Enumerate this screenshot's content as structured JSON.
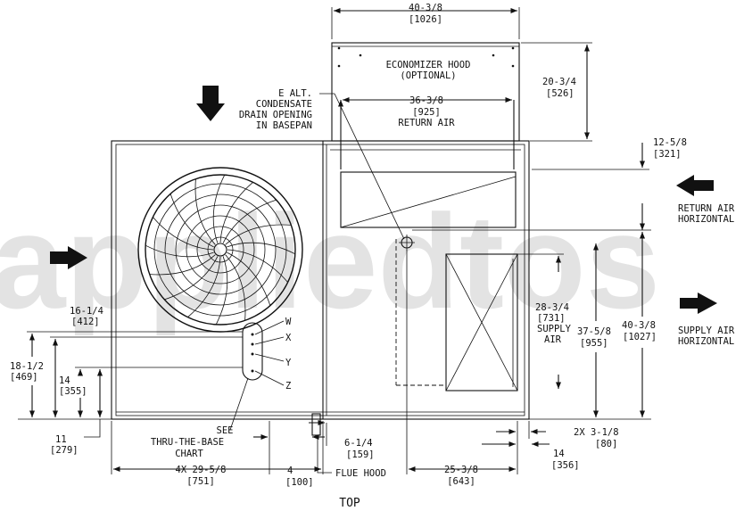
{
  "watermark": "appliedtos",
  "view_title": "TOP",
  "economizer_hood": {
    "line1": "ECONOMIZER HOOD",
    "line2": "(OPTIONAL)"
  },
  "return_air_opening": {
    "dim": "36-3/8",
    "metric": "[925]",
    "label": "RETURN AIR"
  },
  "condensate_drain": {
    "line1": "E ALT.",
    "line2": "CONDENSATE",
    "line3": "DRAIN OPENING",
    "line4": "IN BASEPAN"
  },
  "thru_base": {
    "line1": "SEE",
    "line2": "THRU-THE-BASE",
    "line3": "CHART"
  },
  "flue_hood": "FLUE HOOD",
  "return_air_horizontal": {
    "line1": "RETURN AIR",
    "line2": "HORIZONTAL"
  },
  "supply_air_horizontal": {
    "line1": "SUPPLY AIR",
    "line2": "HORIZONTAL"
  },
  "supply_air_opening": {
    "dim": "28-3/4",
    "metric": "[731]",
    "line1": "SUPPLY",
    "line2": "AIR"
  },
  "connection_points": [
    "W",
    "X",
    "Y",
    "Z"
  ],
  "dimensions": {
    "hood_width": {
      "value": "40-3/8",
      "metric": "[1026]"
    },
    "hood_depth": {
      "value": "20-3/4",
      "metric": "[526]"
    },
    "top_offset": {
      "value": "12-5/8",
      "metric": "[321]"
    },
    "supply_height": {
      "value": "37-5/8",
      "metric": "[955]"
    },
    "overall_depth": {
      "value": "40-3/8",
      "metric": "[1027]"
    },
    "left_16": {
      "value": "16-1/4",
      "metric": "[412]"
    },
    "left_18": {
      "value": "18-1/2",
      "metric": "[469]"
    },
    "left_14": {
      "value": "14",
      "metric": "[355]"
    },
    "left_11": {
      "value": "11",
      "metric": "[279]"
    },
    "bottom_4x": {
      "value": "4X 29-5/8",
      "metric": "[751]"
    },
    "bottom_4": {
      "value": "4",
      "metric": "[100]"
    },
    "bottom_6": {
      "value": "6-1/4",
      "metric": "[159]"
    },
    "bottom_25": {
      "value": "25-3/8",
      "metric": "[643]"
    },
    "bottom_2x": {
      "value": "2X 3-1/8",
      "metric": "[80]"
    },
    "bottom_14": {
      "value": "14",
      "metric": "[356]"
    }
  }
}
